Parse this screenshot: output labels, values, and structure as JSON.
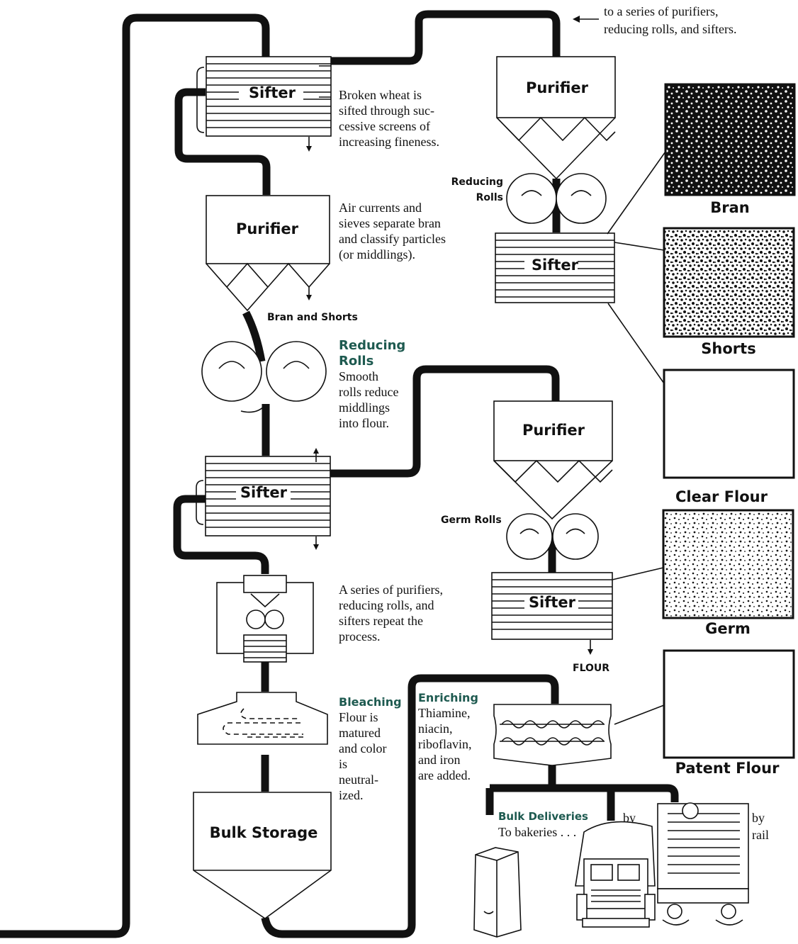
{
  "colors": {
    "ink": "#111111",
    "accent": "#1e5a50",
    "background": "#ffffff"
  },
  "top_note": {
    "line1": "to a series of purifiers,",
    "line2": "reducing rolls, and sifters."
  },
  "sifter_1": {
    "label": "Sifter",
    "desc": [
      "Broken wheat is",
      "sifted through suc-",
      "cessive screens of",
      "increasing fineness."
    ]
  },
  "purifier_1": {
    "label": "Purifier",
    "desc": [
      "Air currents and",
      "sieves separate bran",
      "and classify particles",
      "(or middlings)."
    ],
    "out_label": "Bran and Shorts"
  },
  "reducing_1": {
    "title": [
      "Reducing",
      "Rolls"
    ],
    "desc": [
      "Smooth",
      "rolls reduce",
      "middlings",
      "into flour."
    ]
  },
  "sifter_2": {
    "label": "Sifter"
  },
  "series": {
    "desc": [
      "A series of purifiers,",
      "reducing rolls, and",
      "sifters repeat the",
      "process."
    ]
  },
  "bleaching": {
    "title": "Bleaching",
    "desc": [
      "Flour is",
      "matured",
      "and color",
      "is",
      "neutral-",
      "ized."
    ]
  },
  "bulk_storage": {
    "label": "Bulk Storage"
  },
  "upper_right": {
    "purifier": "Purifier",
    "rolls": [
      "Reducing",
      "Rolls"
    ],
    "sifter": "Sifter"
  },
  "lower_right": {
    "purifier": "Purifier",
    "rolls": "Germ Rolls",
    "sifter": "Sifter",
    "flour": "FLOUR"
  },
  "samples": {
    "bran": "Bran",
    "shorts": "Shorts",
    "clear_flour": "Clear Flour",
    "germ": "Germ",
    "patent_flour": "Patent Flour"
  },
  "enriching": {
    "title": "Enriching",
    "desc": [
      "Thiamine,",
      "niacin,",
      "riboflavin,",
      "and iron",
      "are added."
    ]
  },
  "bulk_deliveries": {
    "title": "Bulk Deliveries",
    "desc": "To bakeries . . .",
    "truck": [
      "by",
      "truck"
    ],
    "rail": [
      "by",
      "rail"
    ]
  }
}
